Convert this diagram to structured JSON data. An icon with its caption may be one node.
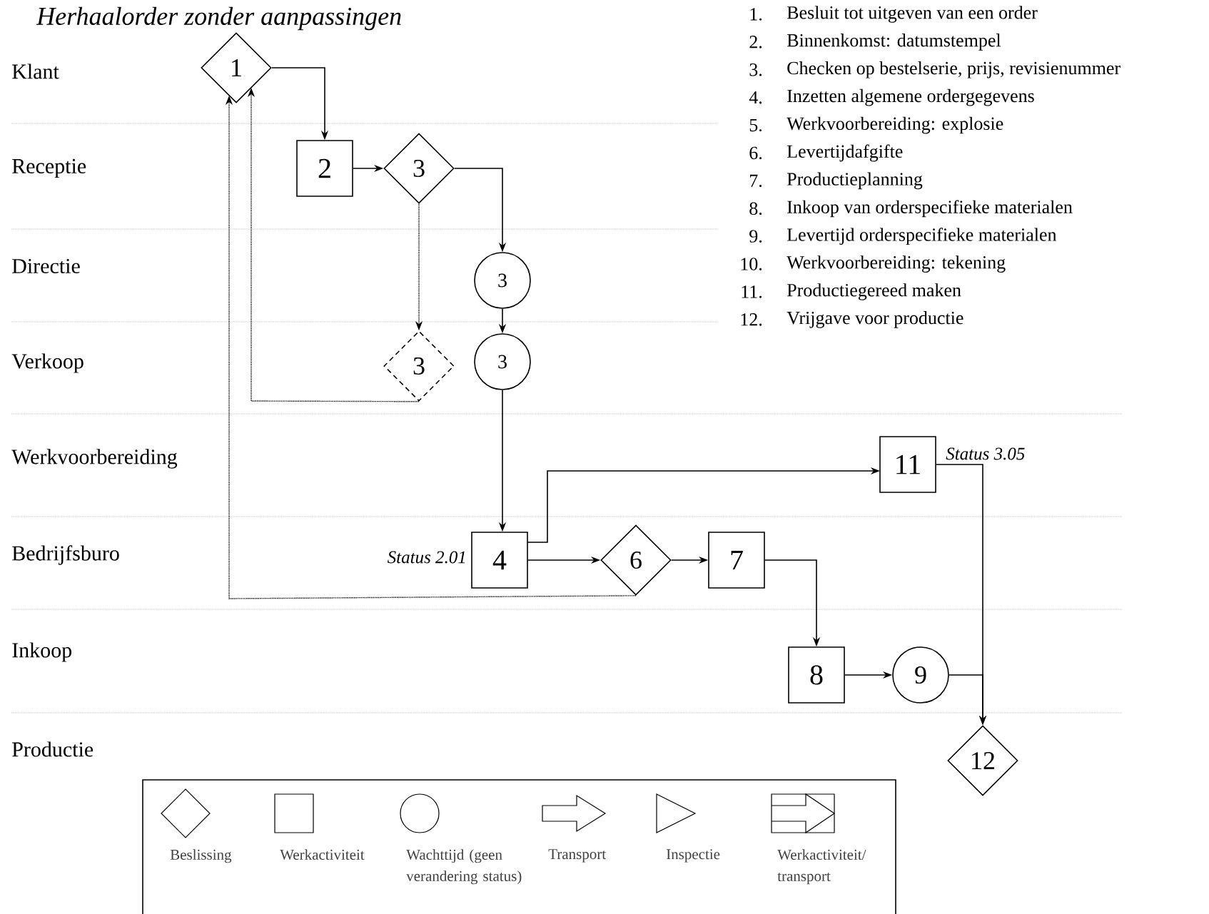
{
  "diagram": {
    "title": "Herhaalorder zonder aanpassingen",
    "nodes": [
      {
        "text": [
          "1"
        ]
      },
      {
        "text": [
          "2"
        ]
      },
      {
        "text": [
          "3"
        ]
      },
      {
        "text": [
          "3"
        ]
      },
      {
        "text": [
          "3"
        ]
      },
      {
        "text": [
          "3"
        ]
      },
      {
        "text": [
          "11"
        ],
        "beside": [
          "Status 3.05"
        ]
      },
      {
        "text": [
          "4"
        ],
        "beside": [
          "Status 2.01"
        ]
      },
      {
        "text": [
          "6"
        ]
      },
      {
        "text": [
          "7"
        ]
      },
      {
        "text": [
          "8"
        ]
      },
      {
        "text": [
          "9"
        ]
      },
      {
        "text": [
          "12"
        ]
      }
    ],
    "edges": [
      {
        "from": 0,
        "to": 1,
        "arrow": "to"
      },
      {
        "from": 1,
        "to": 2,
        "arrow": "to"
      },
      {
        "from": 2,
        "to": 3,
        "arrow": "to"
      },
      {
        "from": 2,
        "to": 5,
        "arrow": "to",
        "style": "dashed"
      },
      {
        "from": 3,
        "to": 4,
        "arrow": "to"
      },
      {
        "from": 5,
        "to": 0,
        "arrow": "to",
        "style": "dashed"
      },
      {
        "from": 4,
        "to": 7,
        "arrow": "to"
      },
      {
        "from": 7,
        "to": 6,
        "arrow": "to"
      },
      {
        "from": 7,
        "to": 8,
        "arrow": "to"
      },
      {
        "from": 8,
        "to": 9,
        "arrow": "to"
      },
      {
        "from": 8,
        "to": 0,
        "arrow": "to",
        "style": "dashed"
      },
      {
        "from": 9,
        "to": 10,
        "arrow": "to"
      },
      {
        "from": 10,
        "to": 11,
        "arrow": "to"
      },
      {
        "from": 11,
        "to": 12,
        "arrow": "to"
      },
      {
        "from": 6,
        "to": 12,
        "arrow": "to"
      }
    ],
    "labels": [
      "Klant",
      "Receptie",
      "Directie",
      "Verkoop",
      "Werkvoorbereiding",
      "Bedrijfsburo",
      "Inkoop",
      "Productie",
      "1.",
      "Besluit tot uitgeven van een order",
      "2.",
      "Binnenkomst: datumstempel",
      "3.",
      "Checken op bestelserie, prijs, revisienummer",
      "4.",
      "Inzetten algemene ordergegevens",
      "5.",
      "Werkvoorbereiding: explosie",
      "6.",
      "Levertijdafgifte",
      "7.",
      "Productieplanning",
      "8.",
      "Inkoop van orderspecifieke materialen",
      "9.",
      "Levertijd orderspecifieke materialen",
      "10.",
      "Werkvoorbereiding: tekening",
      "11.",
      "Productiegereed maken",
      "12.",
      "Vrijgave voor productie"
    ],
    "legend": [
      {
        "text": "Beslissing"
      },
      {
        "text": "Werkactiviteit"
      },
      {
        "text": "Wachttijd (geen verandering status)"
      },
      {
        "text": "Transport"
      },
      {
        "text": "Inspectie"
      },
      {
        "text": "Werkactiviteit/ transport"
      }
    ]
  }
}
